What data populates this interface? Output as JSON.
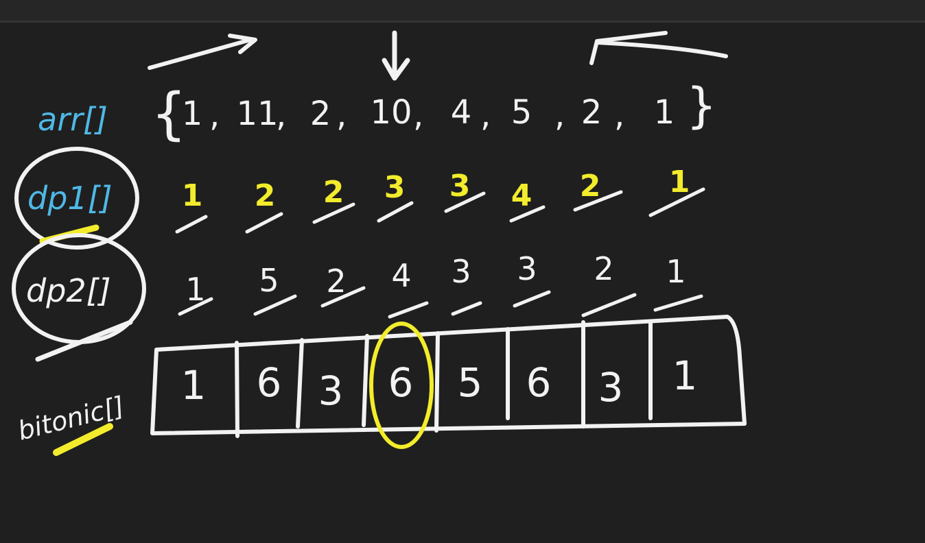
{
  "colors": {
    "background": "#1f1f1f",
    "chalk": "#f2f2f2",
    "label_blue": "#4fb8e6",
    "highlight_yellow": "#f2ec2c"
  },
  "labels": {
    "arr": "arr[]",
    "dp1": "dp1[]",
    "dp2": "dp2[]",
    "bitonic": "bitonic[]"
  },
  "brace_open": "{",
  "brace_close": "}",
  "arr": [
    "1",
    "11",
    "2",
    "10",
    "4",
    "5",
    "2",
    "1"
  ],
  "dp1": [
    "1",
    "2",
    "2",
    "3",
    "3",
    "4",
    "2",
    "1"
  ],
  "dp2": [
    "1",
    "5",
    "2",
    "4",
    "3",
    "3",
    "2",
    "1"
  ],
  "bitonic": [
    "1",
    "6",
    "3",
    "6",
    "5",
    "6",
    "3",
    "1"
  ],
  "highlighted_bitonic_value": "6",
  "icons": {
    "left_to_right": "arrow-right-icon",
    "peak": "arrow-down-icon",
    "right_to_left": "arrow-left-icon"
  }
}
